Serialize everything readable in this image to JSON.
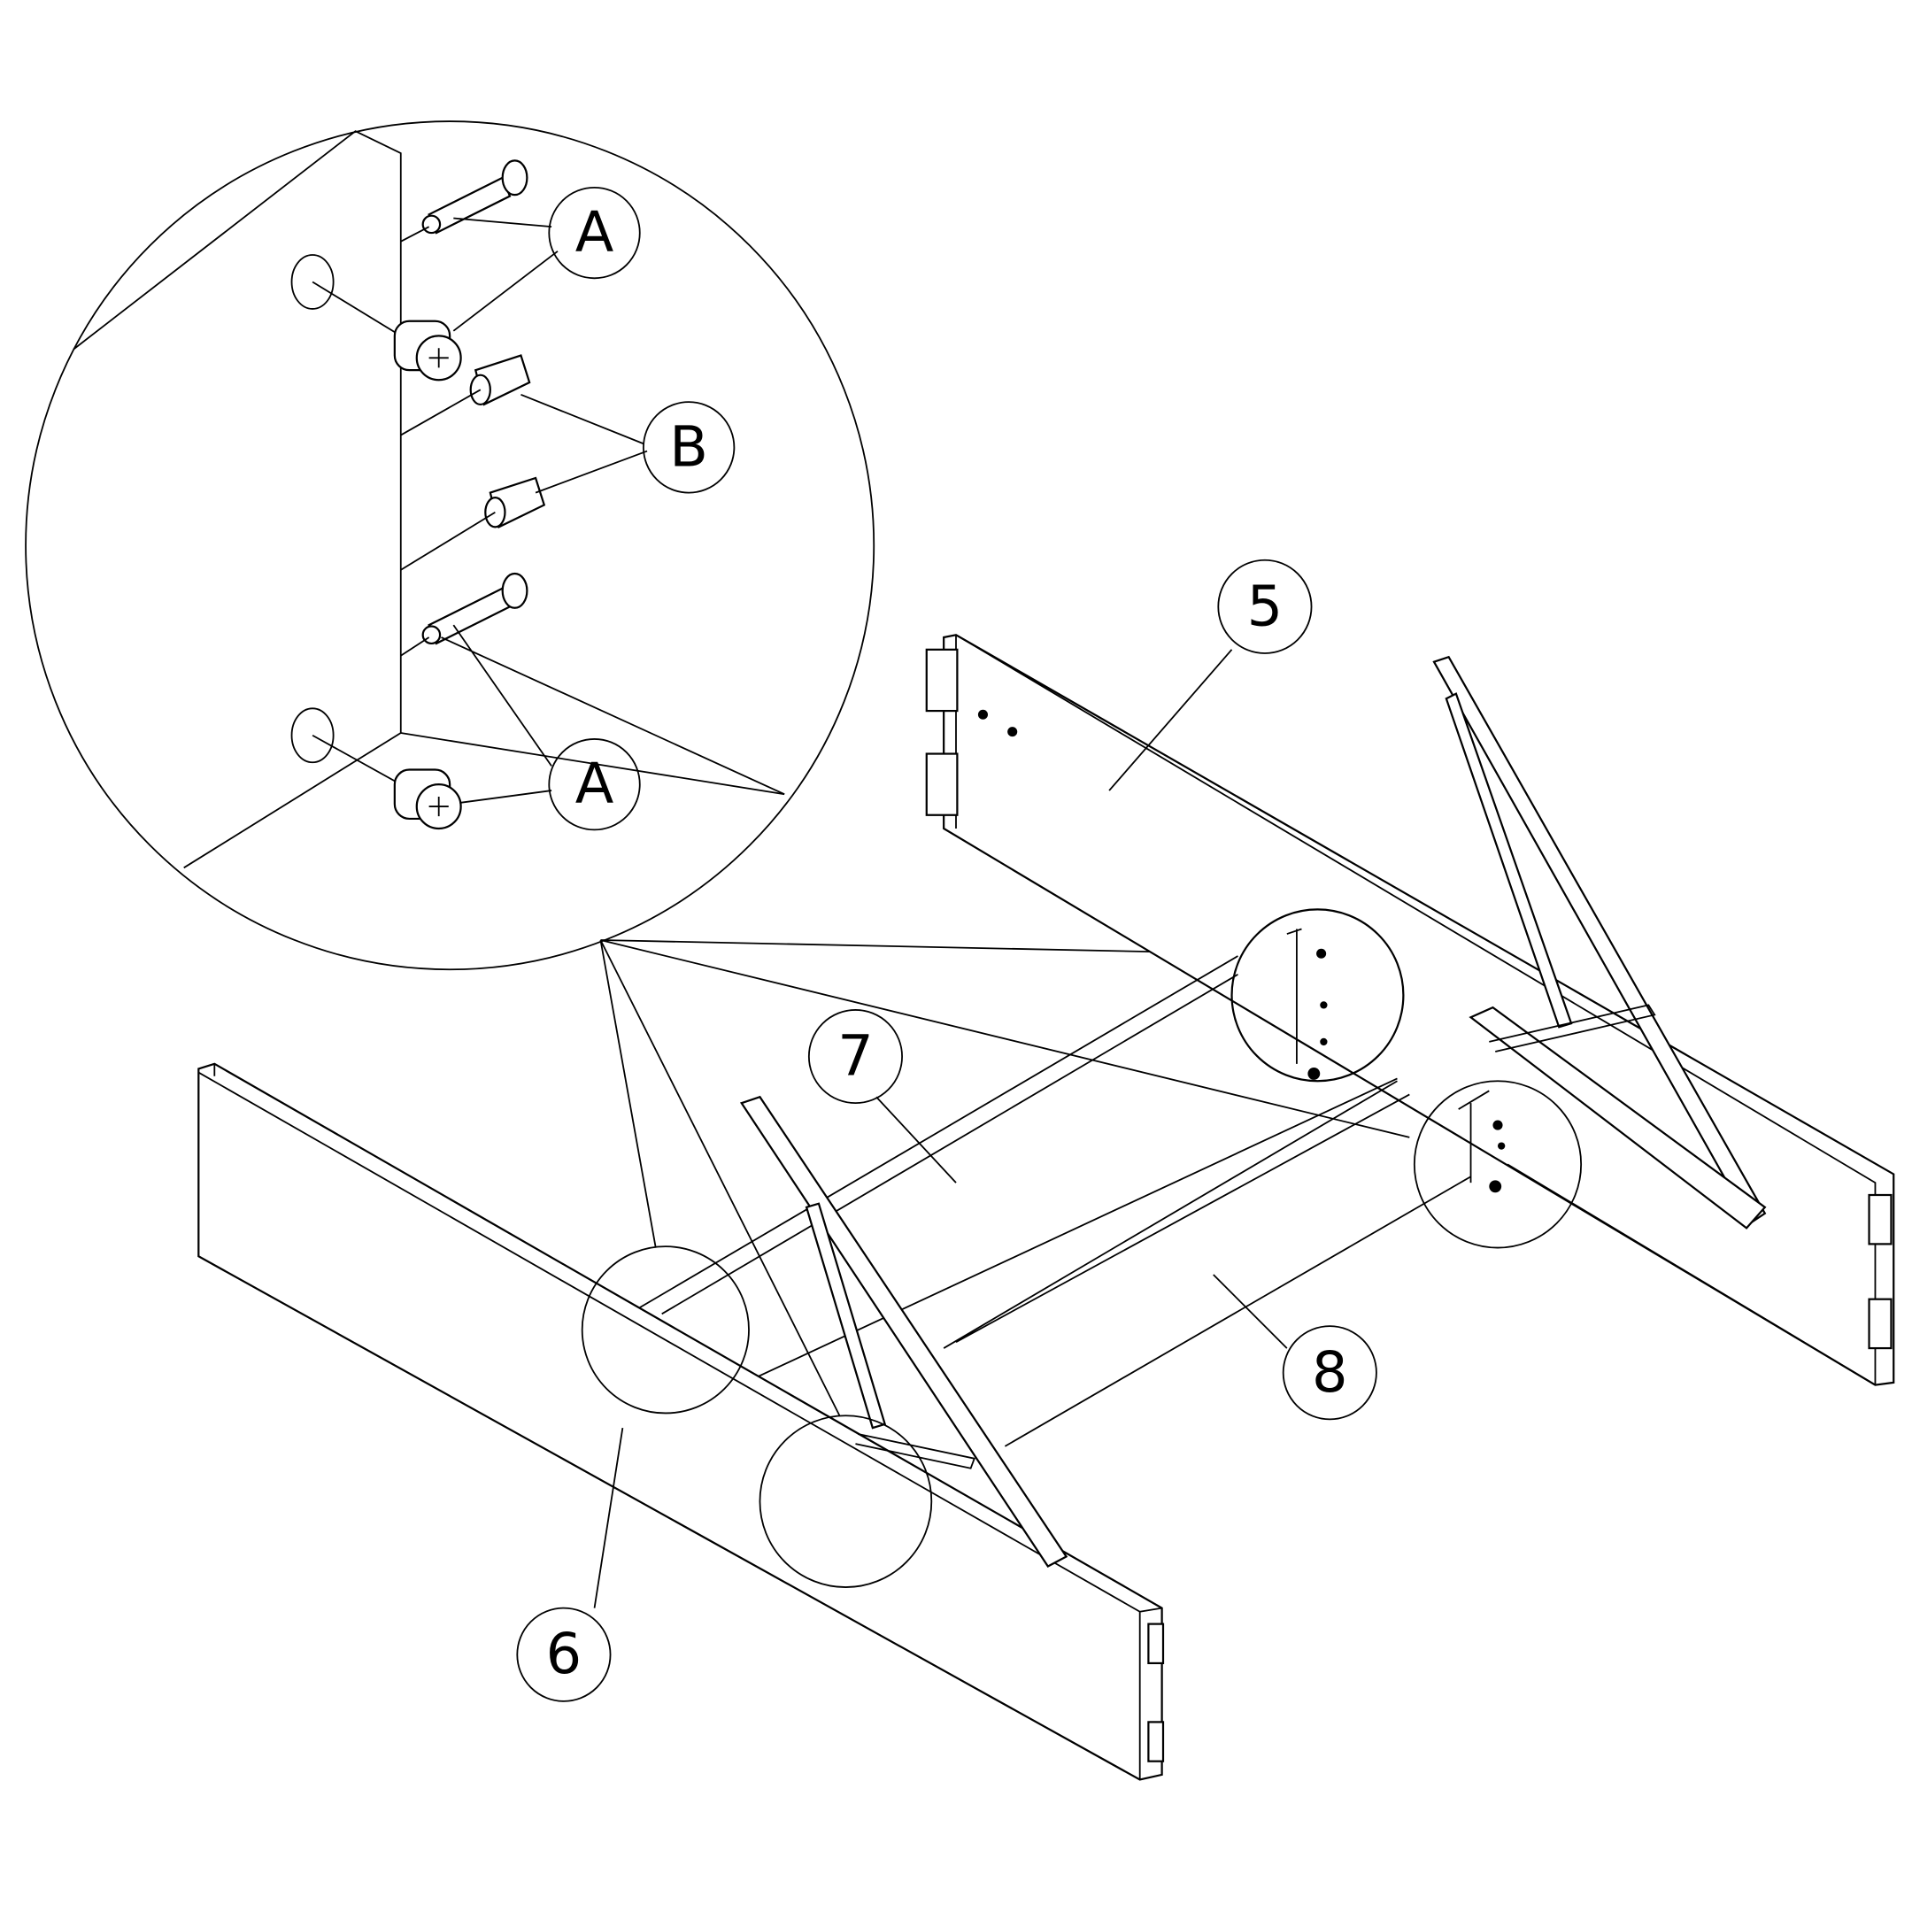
{
  "diagram": {
    "detail_labels": {
      "fitting_a_top": "A",
      "fitting_b": "B",
      "fitting_a_bottom": "A"
    },
    "part_labels": {
      "panel_5": "5",
      "panel_6": "6",
      "panel_7": "7",
      "panel_8": "8"
    }
  }
}
